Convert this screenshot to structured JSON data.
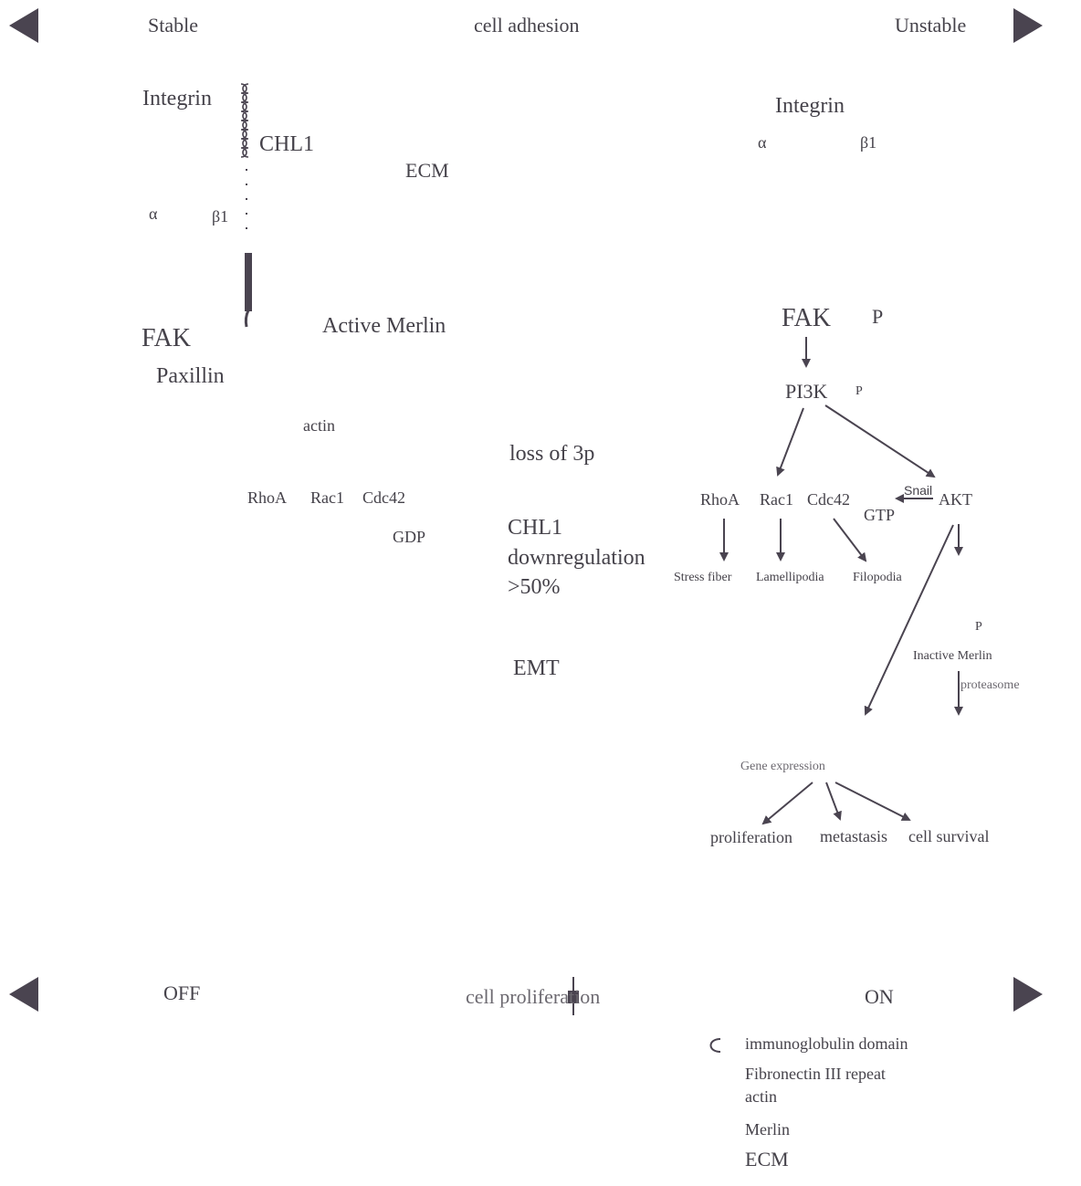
{
  "top_bar": {
    "left_label": "Stable",
    "center_label": "cell adhesion",
    "right_label": "Unstable"
  },
  "bottom_bar": {
    "left_label": "OFF",
    "center_label": "cell proliferation",
    "right_label": "ON"
  },
  "left_panel": {
    "integrin": "Integrin",
    "chl1": "CHL1",
    "ecm": "ECM",
    "alpha": "α",
    "beta1": "β1",
    "fak": "FAK",
    "active_merlin": "Active Merlin",
    "paxillin": "Paxillin",
    "actin": "actin",
    "rhoa": "RhoA",
    "rac1": "Rac1",
    "cdc42": "Cdc42",
    "gdp": "GDP"
  },
  "middle_panel": {
    "loss_of_3p": "loss of 3p",
    "chl1_line1": "CHL1",
    "chl1_line2": "downregulation",
    "chl1_line3": ">50%",
    "emt": "EMT"
  },
  "right_panel": {
    "integrin": "Integrin",
    "alpha": "α",
    "beta1": "β1",
    "fak": "FAK",
    "fak_p": "P",
    "pi3k": "PI3K",
    "pi3k_p": "P",
    "rhoa": "RhoA",
    "rac1": "Rac1",
    "cdc42": "Cdc42",
    "gtp": "GTP",
    "snail": "Snail",
    "akt": "AKT",
    "stress_fiber": "Stress fiber",
    "lamellipodia": "Lamellipodia",
    "filopodia": "Filopodia",
    "merlin_p": "P",
    "inactive_merlin": "Inactive Merlin",
    "proteasome": "proteasome",
    "gene_expression": "Gene expression",
    "proliferation": "proliferation",
    "metastasis": "metastasis",
    "cell_survival": "cell survival"
  },
  "legend": {
    "immunoglobulin": "immunoglobulin domain",
    "fibronectin": "Fibronectin III repeat",
    "actin": "actin",
    "merlin": "Merlin",
    "ecm": "ECM"
  },
  "colors": {
    "ink": "#45424a",
    "arrow": "#4a4450",
    "background": "#ffffff"
  }
}
